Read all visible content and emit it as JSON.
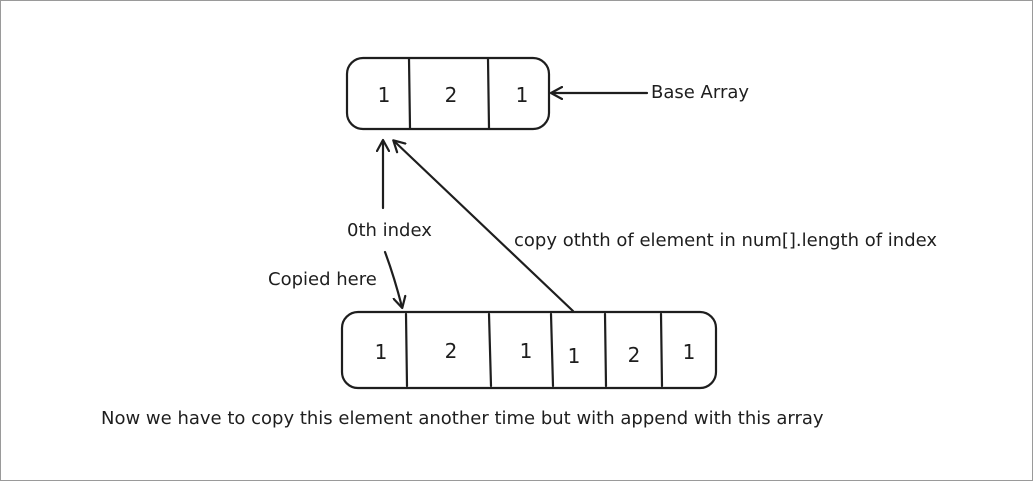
{
  "base_array": {
    "cells": [
      "1",
      "2",
      "1"
    ],
    "label": "Base Array"
  },
  "result_array": {
    "cells": [
      "1",
      "2",
      "1",
      "1",
      "2",
      "1"
    ]
  },
  "labels": {
    "zeroth_index": "0th index",
    "copied_here": "Copied here",
    "copy_note": "copy othth of element in num[].length of index",
    "footer": "Now we have to copy this element another time but with append with this array"
  }
}
